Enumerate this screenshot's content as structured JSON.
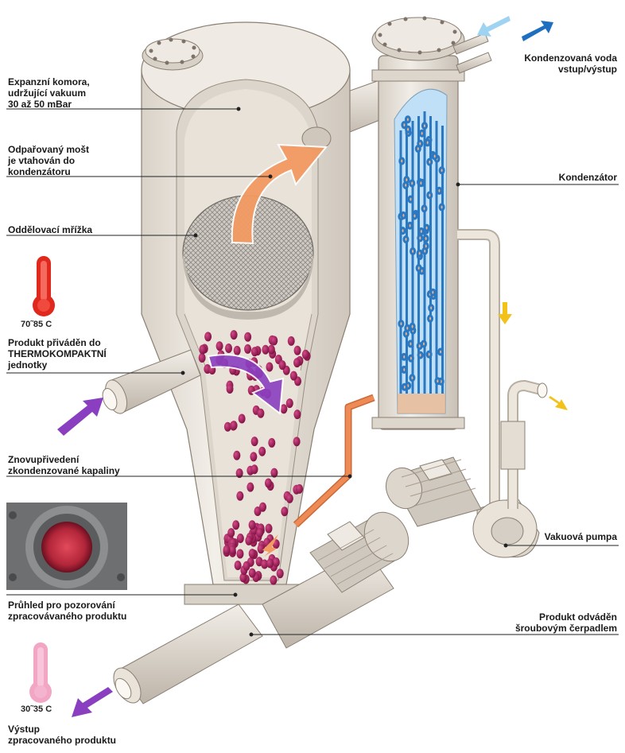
{
  "labels": {
    "expansion_chamber": "Expanzní komora,\nudržující vakuum\n30 až 50 mBar",
    "evaporated_must": "Odpařovaný mošt\nje vtahován do\nkondenzátoru",
    "separation_grid": "Oddělovací mřížka",
    "product_inlet": "Produkt přiváděn do\nTHERMOKOMPAKTNÍ\njednotky",
    "recirculation": "Znovupřivedení\nzkondenzované kapaliny",
    "sight_glass": "Průhled pro pozorování\nzpracovávaného produktu",
    "cooling_water": "Kondenzovaná voda\nvstup/výstup",
    "condenser": "Kondenzátor",
    "vacuum_pump": "Vakuová pumpa",
    "screw_pump": "Produkt odváděn\nšroubovým čerpadlem",
    "output": "Výstup\nzpracovaného produktu"
  },
  "thermometers": {
    "hot": {
      "label": "70˜85 C",
      "color": "#e0281c"
    },
    "cool": {
      "label": "30˜35 C",
      "color": "#f2a6c4"
    }
  },
  "colors": {
    "vessel": "#ece6dd",
    "vessel_outline": "#8a7f72",
    "berry": "#9a1651",
    "water_blue": "#4a9fe0",
    "vapor_orange": "#f39a62",
    "flow_purple": "#8a3fc0",
    "hot_pipe": "#ee8a55",
    "exhaust_yellow": "#f2c21a",
    "cold_arrow": "#9fd3f2",
    "warm_arrow": "#1e6fbf"
  }
}
